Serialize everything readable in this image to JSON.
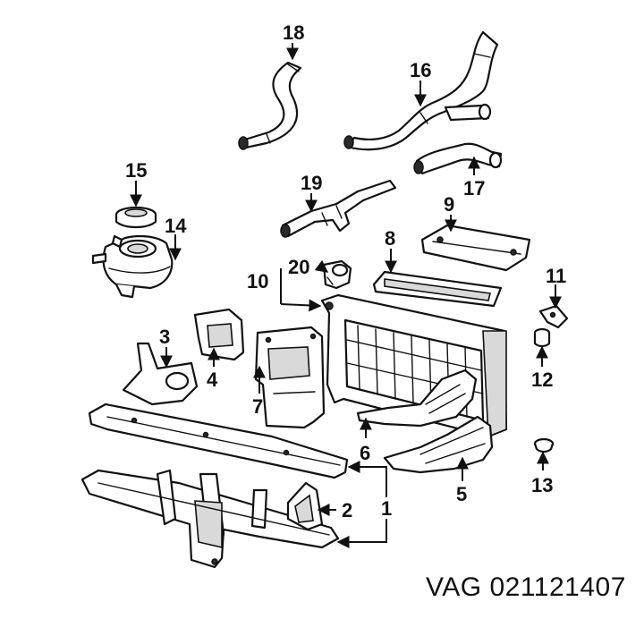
{
  "caption": "VAG 021121407",
  "callouts": {
    "p1": "1",
    "p2": "2",
    "p3": "3",
    "p4": "4",
    "p5": "5",
    "p6": "6",
    "p7": "7",
    "p8": "8",
    "p9": "9",
    "p10": "10",
    "p11": "11",
    "p12": "12",
    "p13": "13",
    "p14": "14",
    "p15": "15",
    "p16": "16",
    "p17": "17",
    "p18": "18",
    "p19": "19",
    "p20": "20"
  },
  "colors": {
    "ink": "#111111",
    "paper": "#ffffff",
    "shade": "#d9d9d9"
  }
}
